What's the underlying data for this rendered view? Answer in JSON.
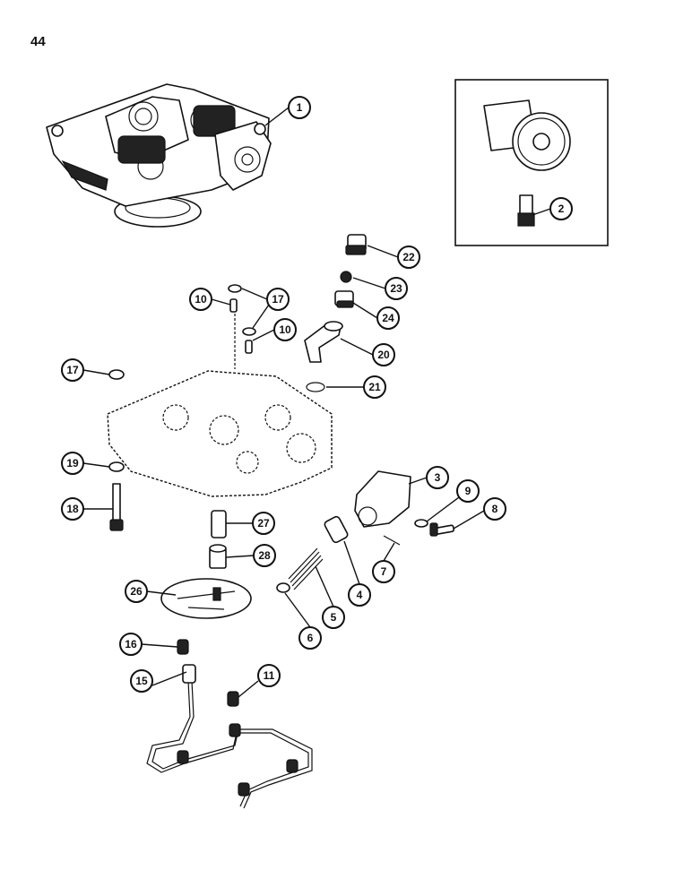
{
  "page": {
    "number": "44"
  },
  "callouts": [
    {
      "id": "c1",
      "label": "1"
    },
    {
      "id": "c2",
      "label": "2"
    },
    {
      "id": "c3",
      "label": "3"
    },
    {
      "id": "c4",
      "label": "4"
    },
    {
      "id": "c5",
      "label": "5"
    },
    {
      "id": "c6",
      "label": "6"
    },
    {
      "id": "c7",
      "label": "7"
    },
    {
      "id": "c8",
      "label": "8"
    },
    {
      "id": "c9",
      "label": "9"
    },
    {
      "id": "c10a",
      "label": "10"
    },
    {
      "id": "c10b",
      "label": "10"
    },
    {
      "id": "c11",
      "label": "11"
    },
    {
      "id": "c15",
      "label": "15"
    },
    {
      "id": "c16",
      "label": "16"
    },
    {
      "id": "c17a",
      "label": "17"
    },
    {
      "id": "c17b",
      "label": "17"
    },
    {
      "id": "c18",
      "label": "18"
    },
    {
      "id": "c19",
      "label": "19"
    },
    {
      "id": "c20",
      "label": "20"
    },
    {
      "id": "c21",
      "label": "21"
    },
    {
      "id": "c22",
      "label": "22"
    },
    {
      "id": "c23",
      "label": "23"
    },
    {
      "id": "c24",
      "label": "24"
    },
    {
      "id": "c26",
      "label": "26"
    },
    {
      "id": "c27",
      "label": "27"
    },
    {
      "id": "c28",
      "label": "28"
    }
  ]
}
